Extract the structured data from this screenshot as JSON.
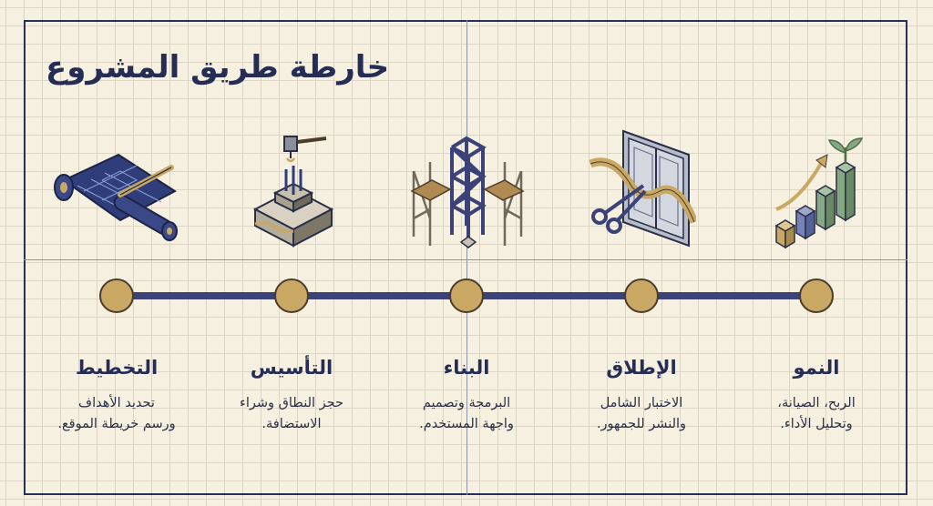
{
  "title": "خارطة طريق المشروع",
  "colors": {
    "background": "#f6f0e1",
    "grid": "#ddd6c6",
    "navy": "#252d55",
    "line": "#3b4278",
    "node": "#c9a863"
  },
  "stages": [
    {
      "title": "التخطيط",
      "desc_line1": "تحديد الأهداف",
      "desc_line2": "ورسم خريطة الموقع.",
      "icon": "blueprint-scroll-icon"
    },
    {
      "title": "التأسيس",
      "desc_line1": "حجز النطاق وشراء",
      "desc_line2": "الاستضافة.",
      "icon": "foundation-block-icon"
    },
    {
      "title": "البناء",
      "desc_line1": "البرمجة وتصميم",
      "desc_line2": "واجهة المستخدم.",
      "icon": "scaffolding-frame-icon"
    },
    {
      "title": "الإطلاق",
      "desc_line1": "الاختبار الشامل",
      "desc_line2": "والنشر للجمهور.",
      "icon": "ribbon-cutting-door-icon"
    },
    {
      "title": "النمو",
      "desc_line1": "الربح، الصيانة،",
      "desc_line2": "وتحليل الأداء.",
      "icon": "growth-bars-icon"
    }
  ]
}
